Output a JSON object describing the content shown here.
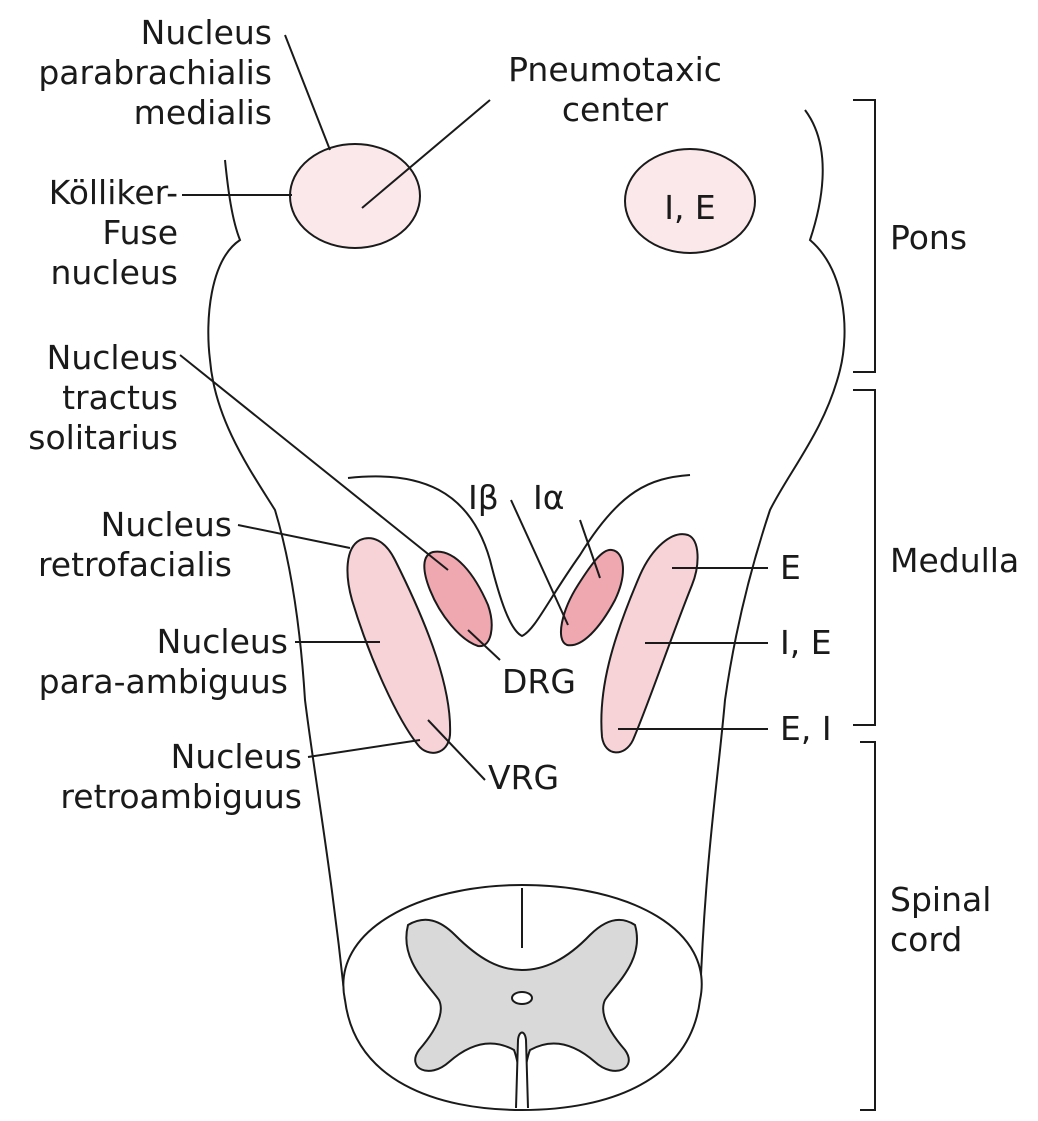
{
  "labels": {
    "nucleus_parabrachialis": [
      "Nucleus",
      "parabrachialis",
      "medialis"
    ],
    "pneumotaxic": [
      "Pneumotaxic",
      "center"
    ],
    "kolliker": [
      "Kölliker-",
      "Fuse",
      "nucleus"
    ],
    "ie_pons": "I, E",
    "pons": "Pons",
    "nts": [
      "Nucleus",
      "tractus",
      "solitarius"
    ],
    "i_beta": "Iβ",
    "i_alpha": "Iα",
    "retrofacialis": [
      "Nucleus",
      "retrofacialis"
    ],
    "para_ambiguus": [
      "Nucleus",
      "para-ambiguus"
    ],
    "retroambiguus": [
      "Nucleus",
      "retroambiguus"
    ],
    "drg": "DRG",
    "vrg": "VRG",
    "e_right": "E",
    "ie_right": "I, E",
    "ei_right": "E, I",
    "medulla": "Medulla",
    "spinal_cord": [
      "Spinal",
      "cord"
    ]
  },
  "colors": {
    "outline": "#1a1a1a",
    "pons_nucleus_fill": "#fbe8ea",
    "vrg_fill": "#f7d3d8",
    "drg_fill": "#efa7b0",
    "gray_matter": "#d9d9d9"
  }
}
